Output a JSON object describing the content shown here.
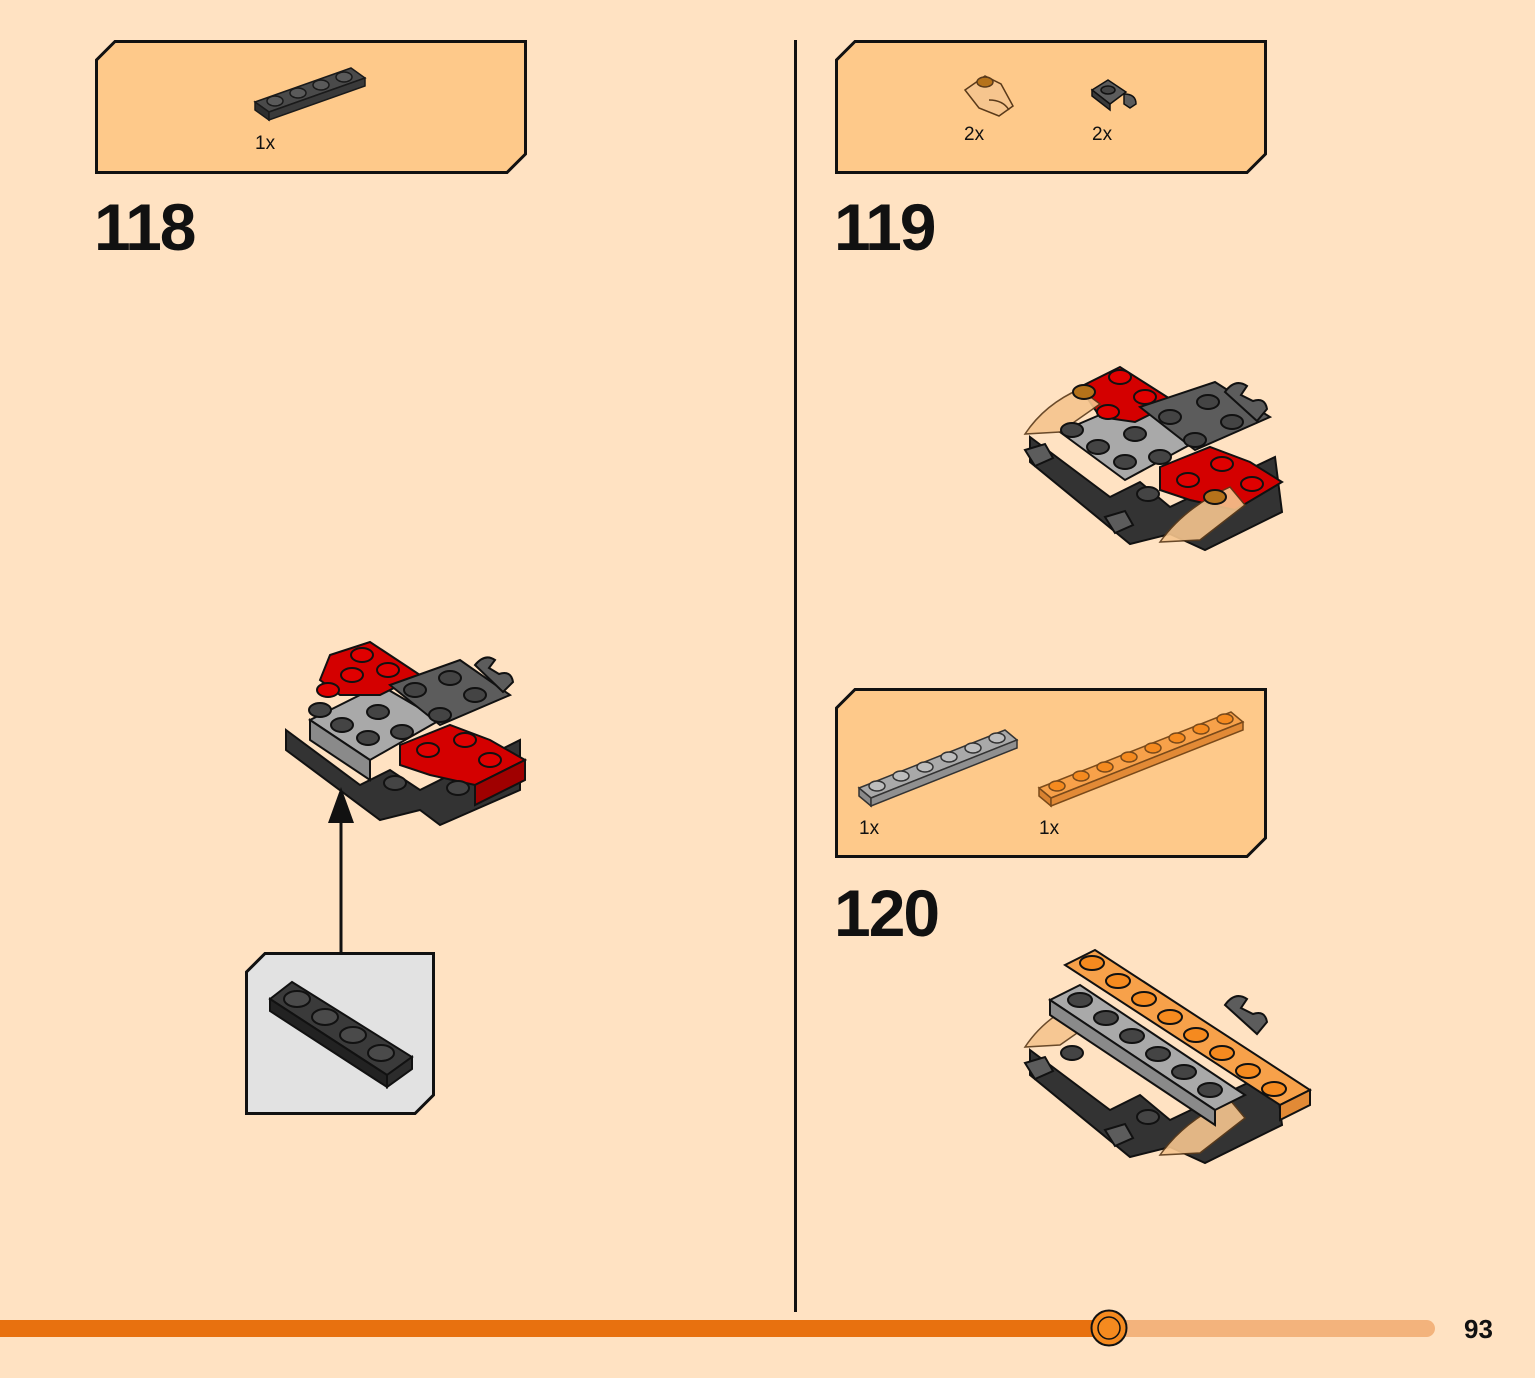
{
  "page": {
    "number": "93",
    "progress": 0.773,
    "colors": {
      "background": "#ffe2c2",
      "parts_box": "#fec98a",
      "callout_box": "#e2e2e2",
      "progress_fill": "#e8710f",
      "progress_track": "#f3b37c"
    }
  },
  "steps": [
    {
      "number": "118",
      "parts": [
        {
          "icon": "black-plate-1x4-icon",
          "qty": "1x"
        }
      ],
      "callout": {
        "icon": "black-plate-1x4-icon"
      }
    },
    {
      "number": "119",
      "parts": [
        {
          "icon": "trans-orange-slope-icon",
          "qty": "2x"
        },
        {
          "icon": "dark-gray-clip-plate-icon",
          "qty": "2x"
        }
      ]
    },
    {
      "number": "120",
      "parts": [
        {
          "icon": "gray-plate-1x6-icon",
          "qty": "1x"
        },
        {
          "icon": "orange-plate-1x8-icon",
          "qty": "1x"
        }
      ]
    }
  ]
}
